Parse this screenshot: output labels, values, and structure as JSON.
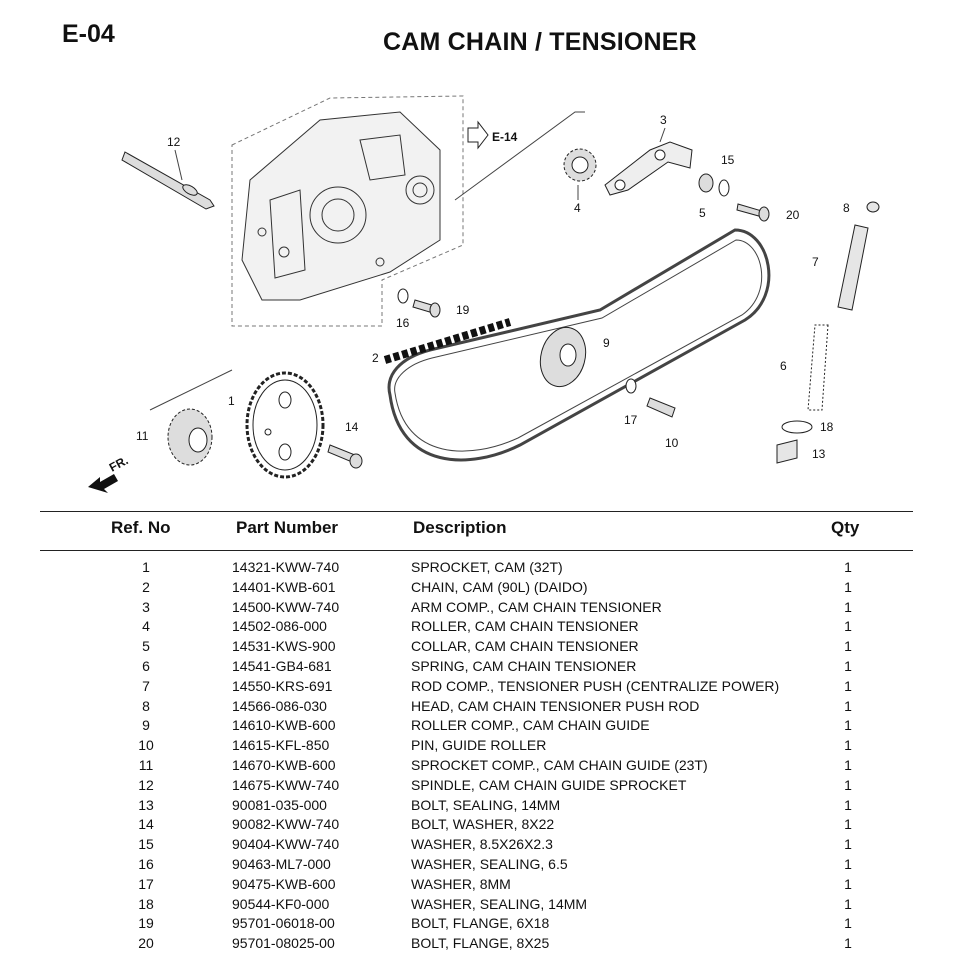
{
  "header": {
    "code": "E-04",
    "title": "CAM CHAIN / TENSIONER"
  },
  "diagram": {
    "callouts": [
      "1",
      "2",
      "3",
      "4",
      "5",
      "6",
      "7",
      "8",
      "9",
      "10",
      "11",
      "12",
      "13",
      "14",
      "15",
      "16",
      "17",
      "18",
      "19",
      "20"
    ],
    "ref_arrow_label": "E-14",
    "front_label": "FR."
  },
  "table": {
    "columns": {
      "ref": "Ref. No",
      "part": "Part Number",
      "desc": "Description",
      "qty": "Qty"
    },
    "rows": [
      {
        "ref": "1",
        "part": "14321-KWW-740",
        "desc": "SPROCKET, CAM (32T)",
        "qty": "1"
      },
      {
        "ref": "2",
        "part": "14401-KWB-601",
        "desc": "CHAIN, CAM (90L) (DAIDO)",
        "qty": "1"
      },
      {
        "ref": "3",
        "part": "14500-KWW-740",
        "desc": "ARM COMP., CAM CHAIN TENSIONER",
        "qty": "1"
      },
      {
        "ref": "4",
        "part": "14502-086-000",
        "desc": "ROLLER, CAM CHAIN TENSIONER",
        "qty": "1"
      },
      {
        "ref": "5",
        "part": "14531-KWS-900",
        "desc": "COLLAR, CAM CHAIN TENSIONER",
        "qty": "1"
      },
      {
        "ref": "6",
        "part": "14541-GB4-681",
        "desc": "SPRING, CAM CHAIN TENSIONER",
        "qty": "1"
      },
      {
        "ref": "7",
        "part": "14550-KRS-691",
        "desc": "ROD COMP., TENSIONER PUSH (CENTRALIZE POWER)",
        "qty": "1"
      },
      {
        "ref": "8",
        "part": "14566-086-030",
        "desc": "HEAD, CAM CHAIN TENSIONER PUSH ROD",
        "qty": "1"
      },
      {
        "ref": "9",
        "part": "14610-KWB-600",
        "desc": "ROLLER COMP., CAM CHAIN GUIDE",
        "qty": "1"
      },
      {
        "ref": "10",
        "part": "14615-KFL-850",
        "desc": "PIN, GUIDE ROLLER",
        "qty": "1"
      },
      {
        "ref": "11",
        "part": "14670-KWB-600",
        "desc": "SPROCKET COMP., CAM CHAIN GUIDE (23T)",
        "qty": "1"
      },
      {
        "ref": "12",
        "part": "14675-KWW-740",
        "desc": "SPINDLE, CAM CHAIN GUIDE SPROCKET",
        "qty": "1"
      },
      {
        "ref": "13",
        "part": "90081-035-000",
        "desc": "BOLT, SEALING, 14MM",
        "qty": "1"
      },
      {
        "ref": "14",
        "part": "90082-KWW-740",
        "desc": "BOLT, WASHER, 8X22",
        "qty": "1"
      },
      {
        "ref": "15",
        "part": "90404-KWW-740",
        "desc": "WASHER, 8.5X26X2.3",
        "qty": "1"
      },
      {
        "ref": "16",
        "part": "90463-ML7-000",
        "desc": "WASHER, SEALING, 6.5",
        "qty": "1"
      },
      {
        "ref": "17",
        "part": "90475-KWB-600",
        "desc": "WASHER, 8MM",
        "qty": "1"
      },
      {
        "ref": "18",
        "part": "90544-KF0-000",
        "desc": "WASHER, SEALING, 14MM",
        "qty": "1"
      },
      {
        "ref": "19",
        "part": "95701-06018-00",
        "desc": "BOLT, FLANGE, 6X18",
        "qty": "1"
      },
      {
        "ref": "20",
        "part": "95701-08025-00",
        "desc": "BOLT, FLANGE, 8X25",
        "qty": "1"
      }
    ]
  }
}
